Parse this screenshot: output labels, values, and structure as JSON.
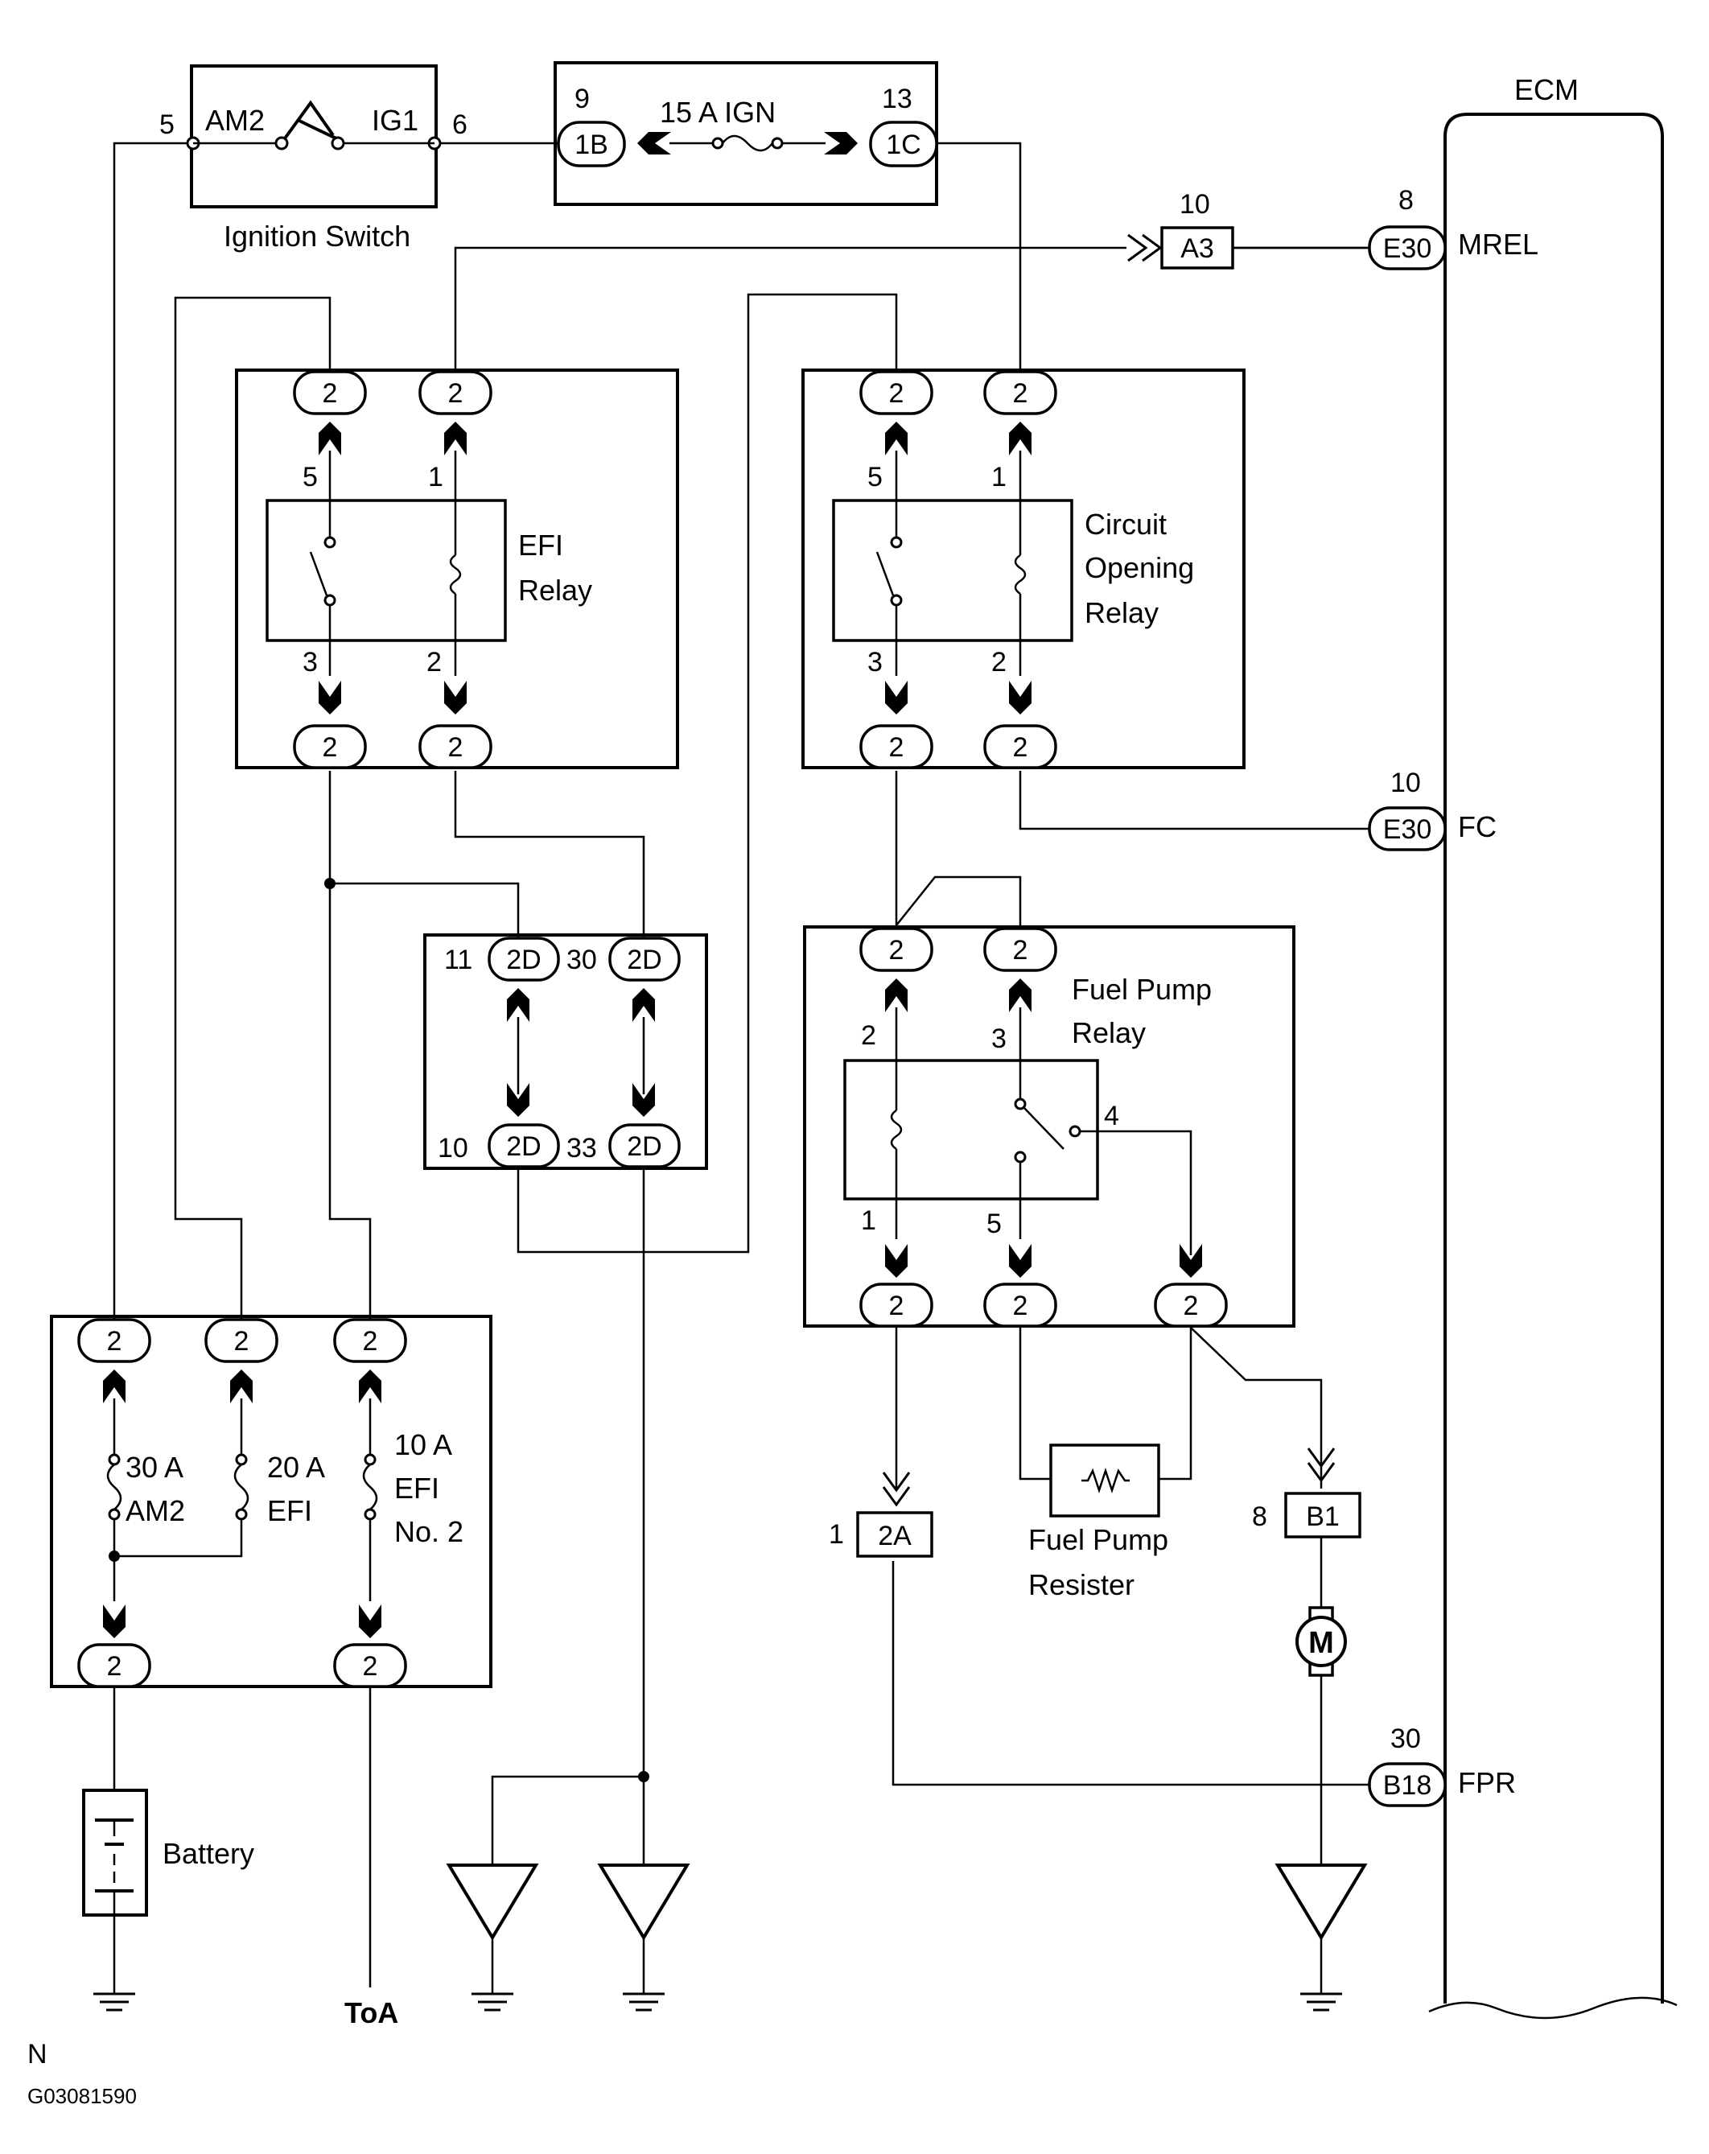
{
  "components": {
    "ignition_switch": {
      "label": "Ignition Switch",
      "left_terminal": "AM2",
      "right_terminal": "IG1",
      "left_pin": "5",
      "right_pin": "6"
    },
    "ign_fuse_block": {
      "fuse": "15 A IGN",
      "left_connector": "1B",
      "left_pin": "9",
      "right_connector": "1C",
      "right_pin": "13"
    },
    "ecm": {
      "label": "ECM",
      "mrel": {
        "connector": "E30",
        "pin": "8",
        "name": "MREL"
      },
      "fc": {
        "connector": "E30",
        "pin": "10",
        "name": "FC"
      },
      "fpr": {
        "connector": "B18",
        "pin": "30",
        "name": "FPR"
      }
    },
    "a3": {
      "connector": "A3",
      "pin": "10"
    },
    "efi_relay": {
      "label_line1": "EFI",
      "label_line2": "Relay",
      "top_pins": [
        "5",
        "1"
      ],
      "bottom_pins": [
        "3",
        "2"
      ],
      "connector": "2"
    },
    "circuit_opening_relay": {
      "label_line1": "Circuit",
      "label_line2": "Opening",
      "label_line3": "Relay",
      "top_pins": [
        "5",
        "1"
      ],
      "bottom_pins": [
        "3",
        "2"
      ],
      "connector": "2"
    },
    "junction_2d": {
      "connector": "2D",
      "top_pins": [
        "11",
        "30"
      ],
      "bottom_pins": [
        "10",
        "33"
      ]
    },
    "fuel_pump_relay": {
      "label_line1": "Fuel Pump",
      "label_line2": "Relay",
      "top_pins": [
        "2",
        "3"
      ],
      "side_pin": "4",
      "bottom_pins": [
        "1",
        "5"
      ],
      "connector": "2"
    },
    "fuse_box": {
      "connector": "2",
      "fuse1_amp": "30 A",
      "fuse1_name": "AM2",
      "fuse2_amp": "20 A",
      "fuse2_name": "EFI",
      "fuse3_amp": "10 A",
      "fuse3_name1": "EFI",
      "fuse3_name2": "No. 2"
    },
    "connector_2a": {
      "connector": "2A",
      "pin": "1"
    },
    "connector_b1": {
      "connector": "B1",
      "pin": "8"
    },
    "fuel_pump_resister": {
      "line1": "Fuel Pump",
      "line2": "Resister"
    },
    "motor": {
      "symbol": "M"
    },
    "battery": {
      "label": "Battery"
    },
    "to_a": {
      "label": "ToA"
    }
  },
  "footer": {
    "n": "N",
    "figure_id": "G03081590"
  }
}
